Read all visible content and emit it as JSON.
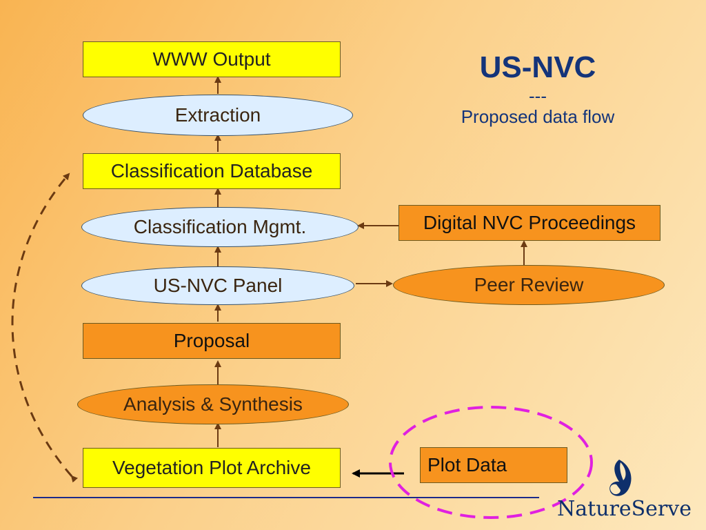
{
  "title": "US-NVC",
  "subtitle_dashes": "---",
  "subtitle": "Proposed data flow",
  "nodes": {
    "www_output": "WWW Output",
    "extraction": "Extraction",
    "classification_database": "Classification Database",
    "classification_mgmt": "Classification Mgmt.",
    "digital_proceedings": "Digital NVC Proceedings",
    "usnvc_panel": "US-NVC Panel",
    "peer_review": "Peer Review",
    "proposal": "Proposal",
    "analysis_synthesis": "Analysis & Synthesis",
    "vegetation_plot_archive": "Vegetation Plot Archive",
    "plot_data": "Plot Data"
  },
  "logo_text": "NatureServe",
  "colors": {
    "yellow_box": "#ffff00",
    "orange_box": "#f7931e",
    "blue_ellipse": "#ddeeff",
    "arrow": "#6b3a12",
    "magenta_highlight": "#e020e0",
    "title_blue": "#14347a",
    "rule_line": "#1b2a8a"
  }
}
